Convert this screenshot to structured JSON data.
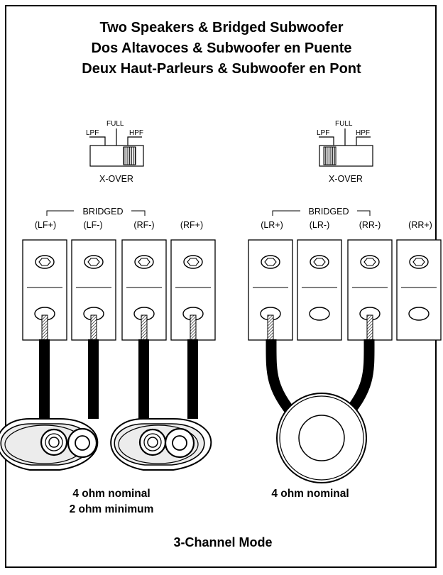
{
  "title": {
    "line_en": "Two Speakers & Bridged Subwoofer",
    "line_es": "Dos Altavoces & Subwoofer en Puente",
    "line_fr": "Deux Haut-Parleurs & Subwoofer en Pont"
  },
  "crossover_left": {
    "lpf": "LPF",
    "full": "FULL",
    "hpf": "HPF",
    "label": "X-OVER",
    "selected": "HPF"
  },
  "crossover_right": {
    "lpf": "LPF",
    "full": "FULL",
    "hpf": "HPF",
    "label": "X-OVER",
    "selected": "LPF"
  },
  "terminals_left": {
    "bridged": "BRIDGED",
    "labels": [
      "(LF+)",
      "(LF-)",
      "(RF-)",
      "(RF+)"
    ],
    "wired": [
      true,
      true,
      true,
      true
    ]
  },
  "terminals_right": {
    "bridged": "BRIDGED",
    "labels": [
      "(LR+)",
      "(LR-)",
      "(RR-)",
      "(RR+)"
    ],
    "wired": [
      true,
      false,
      true,
      false
    ]
  },
  "impedance_left": {
    "line1": "4 ohm nominal",
    "line2": "2 ohm minimum"
  },
  "impedance_right": {
    "line1": "4 ohm nominal"
  },
  "mode": "3-Channel Mode",
  "colors": {
    "ink": "#000000",
    "background": "#ffffff",
    "speaker_fill": "#e6e6e6"
  }
}
